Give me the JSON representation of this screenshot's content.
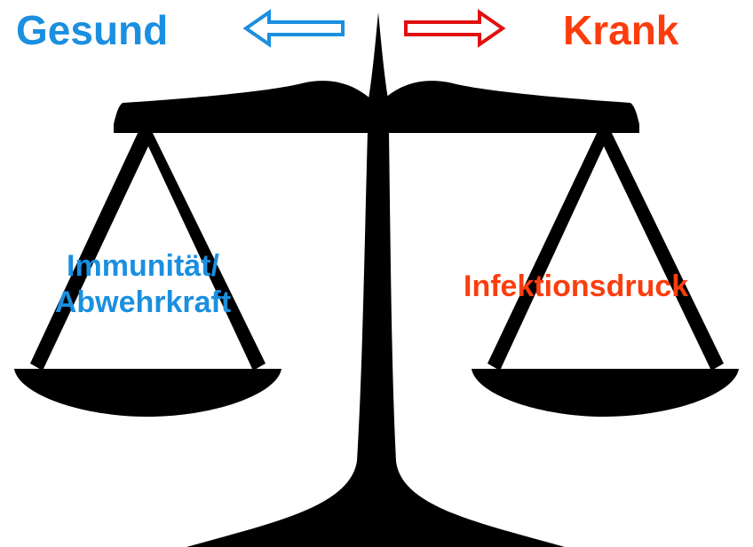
{
  "header": {
    "left_label": "Gesund",
    "right_label": "Krank"
  },
  "pans": {
    "left": {
      "line1": "Immunität/",
      "line2": "Abwehrkraft"
    },
    "right": {
      "label": "Infektionsdruck"
    }
  },
  "colors": {
    "healthy": "#1b8fe0",
    "sick": "#fb3d0e",
    "arrow_left_stroke": "#1b8fe0",
    "arrow_right_stroke": "#e01010",
    "scale": "#000000"
  },
  "icons": {
    "left_arrow": "arrow-left-icon",
    "right_arrow": "arrow-right-icon",
    "scale": "balance-scale-icon"
  }
}
